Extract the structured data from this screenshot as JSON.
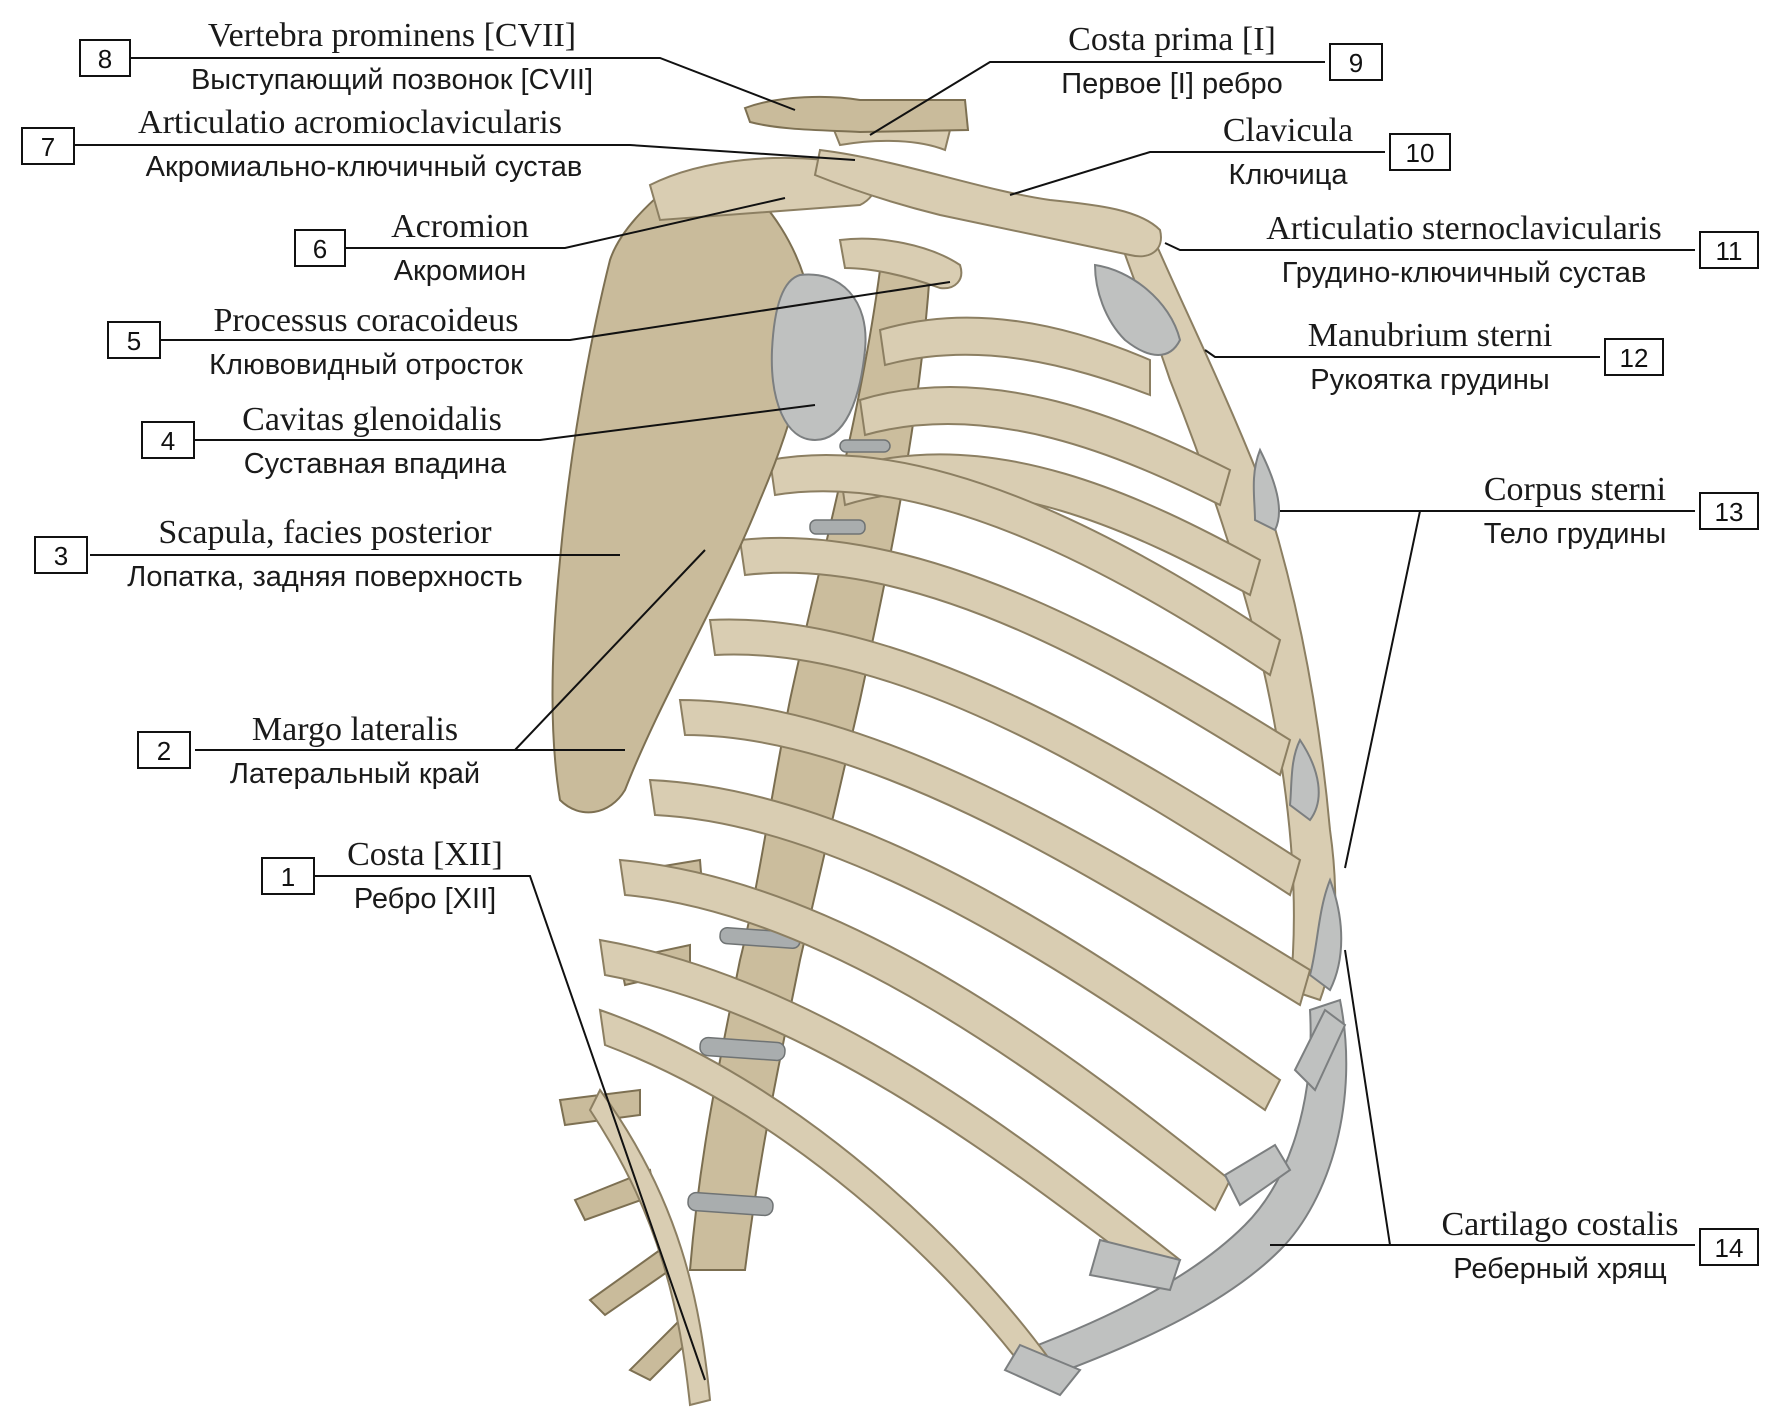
{
  "labels": [
    {
      "num": "1",
      "latin": "Costa [XII]",
      "russian": "Ребро [XII]"
    },
    {
      "num": "2",
      "latin": "Margo lateralis",
      "russian": "Латеральный край"
    },
    {
      "num": "3",
      "latin": "Scapula, facies posterior",
      "russian": "Лопатка, задняя поверхность"
    },
    {
      "num": "4",
      "latin": "Cavitas glenoidalis",
      "russian": "Суставная впадина"
    },
    {
      "num": "5",
      "latin": "Processus coracoideus",
      "russian": "Клювовидный отросток"
    },
    {
      "num": "6",
      "latin": "Acromion",
      "russian": "Акромион"
    },
    {
      "num": "7",
      "latin": "Articulatio acromioclavicularis",
      "russian": "Акромиально-ключичный сустав"
    },
    {
      "num": "8",
      "latin": "Vertebra prominens [CVII]",
      "russian": "Выступающий позвонок [CVII]"
    },
    {
      "num": "9",
      "latin": "Costa prima [I]",
      "russian": "Первое [I] ребро"
    },
    {
      "num": "10",
      "latin": "Clavicula",
      "russian": "Ключица"
    },
    {
      "num": "11",
      "latin": "Articulatio sternoclavicularis",
      "russian": "Грудино-ключичный сустав"
    },
    {
      "num": "12",
      "latin": "Manubrium sterni",
      "russian": "Рукоятка грудины"
    },
    {
      "num": "13",
      "latin": "Corpus sterni",
      "russian": "Тело грудины"
    },
    {
      "num": "14",
      "latin": "Cartilago costalis",
      "russian": "Реберный хрящ"
    }
  ],
  "colors": {
    "bone": "#d9cdb2",
    "cartilage": "#bfc1c0",
    "line": "#111111"
  }
}
